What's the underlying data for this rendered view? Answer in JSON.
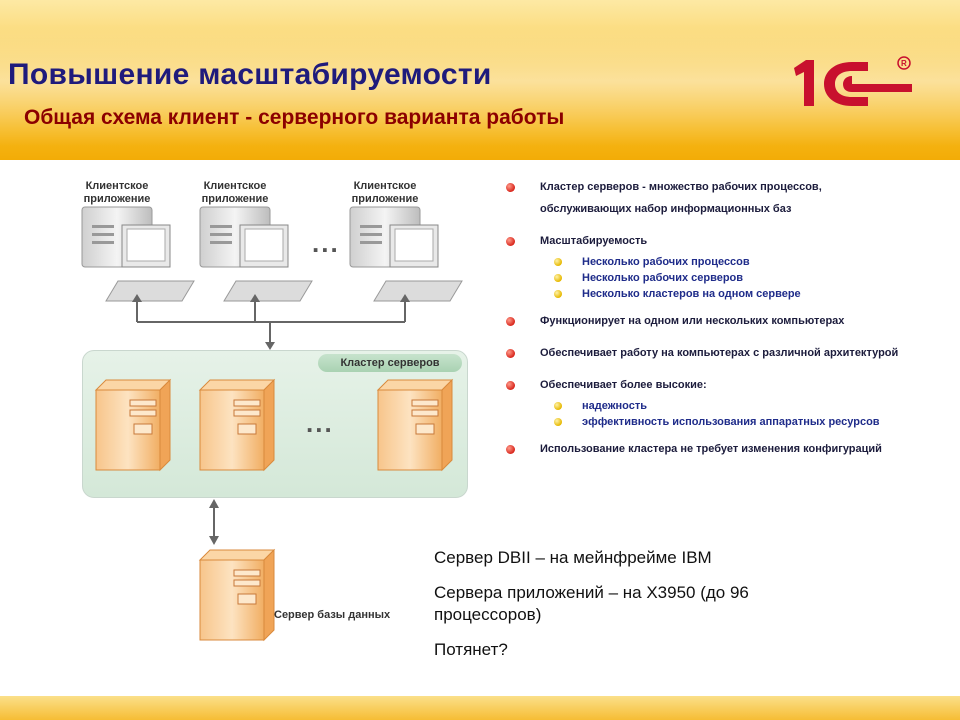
{
  "slide": {
    "title": "Повышение масштабируемости",
    "subtitle": "Общая схема клиент -  серверного варианта работы",
    "logo_text": "1С",
    "colors": {
      "title": "#1f1b7c",
      "subtitle": "#8b0000",
      "header": "#f6b81c",
      "logo": "#c8102e"
    }
  },
  "diagram": {
    "clients": [
      {
        "label": "Клиентское приложение"
      },
      {
        "label": "Клиентское приложение"
      },
      {
        "label": "Клиентское приложение"
      }
    ],
    "ellipsis": "...",
    "cluster_label": "Кластер серверов",
    "db_label": "Сервер базы данных"
  },
  "bullets": [
    {
      "text": "Кластер серверов - множество рабочих процессов, обслуживающих набор информационных баз",
      "sub": []
    },
    {
      "text": "Масштабируемость",
      "sub": [
        "Несколько рабочих процессов",
        "Несколько рабочих серверов",
        "Несколько кластеров на одном сервере"
      ]
    },
    {
      "text": "Функционирует на одном или нескольких компьютерах",
      "sub": []
    },
    {
      "text": "Обеспечивает работу на компьютерах с различной архитектурой",
      "sub": []
    },
    {
      "text": "Обеспечивает более высокие:",
      "sub": [
        "надежность",
        "эффективность использования аппаратных ресурсов"
      ]
    },
    {
      "text": "Использование кластера не требует изменения конфигураций",
      "sub": []
    }
  ],
  "notes": [
    "Сервер DBII – на мейнфрейме IBM",
    "Сервера приложений – на X3950 (до 96 процессоров)",
    "Потянет?"
  ]
}
